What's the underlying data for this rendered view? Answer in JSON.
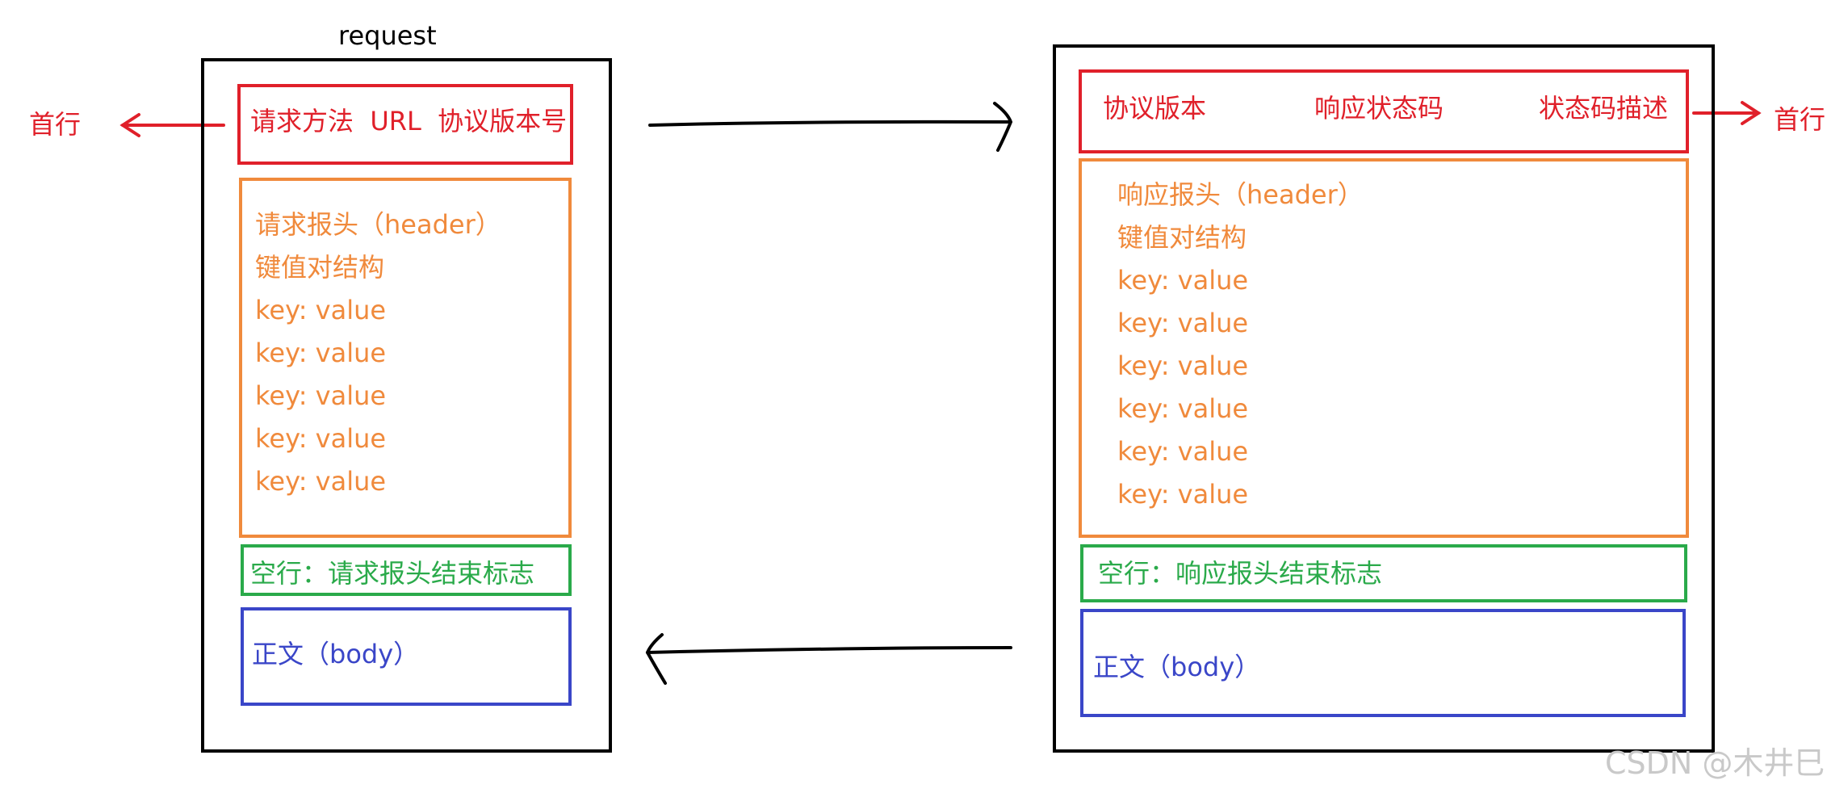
{
  "request": {
    "title": "request",
    "first_line_tag": "首行",
    "first_line": "请求方法  URL  协议版本号",
    "header_lines": [
      "请求报头（header）",
      "键值对结构",
      "key: value",
      "key: value",
      "key: value",
      "key: value",
      "key: value"
    ],
    "blank_line": "空行：请求报头结束标志",
    "body": "正文（body）"
  },
  "response": {
    "first_line_tag": "首行",
    "first_line_parts": [
      "协议版本",
      "响应状态码",
      "状态码描述"
    ],
    "header_lines": [
      "响应报头（header）",
      "键值对结构",
      "key: value",
      "key: value",
      "key: value",
      "key: value",
      "key: value",
      "key: value"
    ],
    "blank_line": "空行：响应报头结束标志",
    "body": "正文（body）"
  },
  "watermark": "CSDN @木井巳",
  "colors": {
    "first_line": "#e0202a",
    "header": "#f08a3c",
    "blank_line": "#2aaa4a",
    "body": "#3a46c8",
    "frame": "#000000"
  }
}
